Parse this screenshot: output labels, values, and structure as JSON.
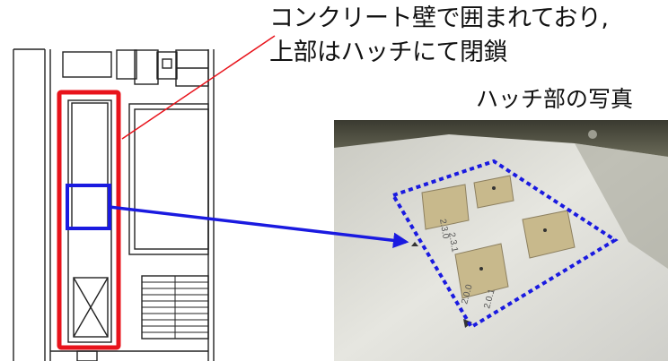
{
  "callout": {
    "line1": "コンクリート壁で囲まれており,",
    "line2": "上部はハッチにて閉鎖"
  },
  "photo": {
    "caption": "ハッチ部の写真",
    "floor_marks": [
      "2.3.0",
      "2.3.1",
      "2.0.0",
      "2.0.1"
    ]
  },
  "colors": {
    "highlight_red": "#e8131b",
    "highlight_blue": "#1a1ae0",
    "floor": "#d7d7d1",
    "wall": "#5a5a48"
  }
}
